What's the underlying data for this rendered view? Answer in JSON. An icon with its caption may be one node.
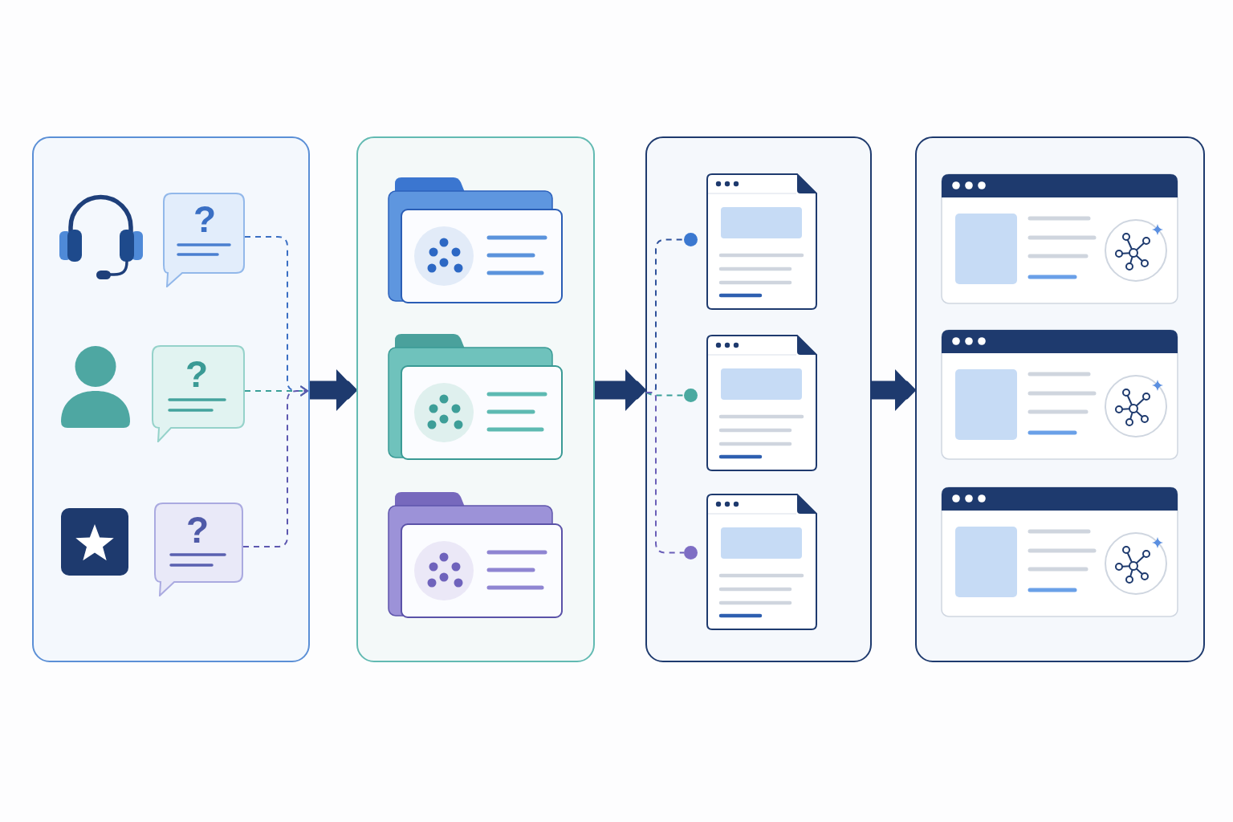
{
  "diagram": {
    "nodes": [
      {
        "text": [],
        "shape": "box"
      },
      {
        "text": [],
        "shape": "picture",
        "in": 0
      },
      {
        "text": [
          "?"
        ],
        "in": 0
      },
      {
        "text": [],
        "shape": "person",
        "in": 0
      },
      {
        "text": [
          "?"
        ],
        "in": 0
      },
      {
        "text": [],
        "shape": "picture",
        "in": 0
      },
      {
        "text": [
          "?"
        ],
        "in": 0
      },
      {
        "text": [],
        "shape": "box"
      },
      {
        "text": [],
        "shape": "picture",
        "in": 7
      },
      {
        "text": [],
        "shape": "picture",
        "in": 7
      },
      {
        "text": [],
        "shape": "picture",
        "in": 7
      },
      {
        "text": [],
        "shape": "box"
      },
      {
        "text": [],
        "shape": "circle",
        "in": 11
      },
      {
        "text": [],
        "shape": "picture",
        "in": 11
      },
      {
        "text": [],
        "shape": "circle",
        "in": 11
      },
      {
        "text": [],
        "shape": "picture",
        "in": 11
      },
      {
        "text": [],
        "shape": "circle",
        "in": 11
      },
      {
        "text": [],
        "shape": "picture",
        "in": 11
      },
      {
        "text": [],
        "shape": "box"
      },
      {
        "text": [],
        "shape": "picture",
        "in": 18
      },
      {
        "text": [],
        "shape": "picture",
        "in": 18
      },
      {
        "text": [],
        "shape": "picture",
        "in": 18
      }
    ],
    "edges": [
      {
        "from": 2,
        "to": null,
        "arrow": "to",
        "style": "dashed",
        "color": "#3a6fc4"
      },
      {
        "from": 4,
        "to": null,
        "arrow": "to",
        "style": "dashed",
        "color": "#3a9f98"
      },
      {
        "from": 6,
        "to": null,
        "arrow": "to",
        "style": "dashed",
        "color": "#5d58b0"
      },
      {
        "from": 0,
        "to": 7,
        "arrow": "to",
        "style": "thick"
      },
      {
        "from": 7,
        "to": 11,
        "arrow": "to",
        "style": "thick"
      },
      {
        "from": null,
        "to": 12,
        "arrow": "none",
        "style": "dashed",
        "color": "#2f529c"
      },
      {
        "from": null,
        "to": 14,
        "arrow": "none",
        "style": "dashed",
        "color": "#3a9f98"
      },
      {
        "from": null,
        "to": 16,
        "arrow": "none",
        "style": "dashed",
        "color": "#6a5fb8"
      },
      {
        "from": 11,
        "to": 18,
        "arrow": "to",
        "style": "thick"
      }
    ]
  }
}
